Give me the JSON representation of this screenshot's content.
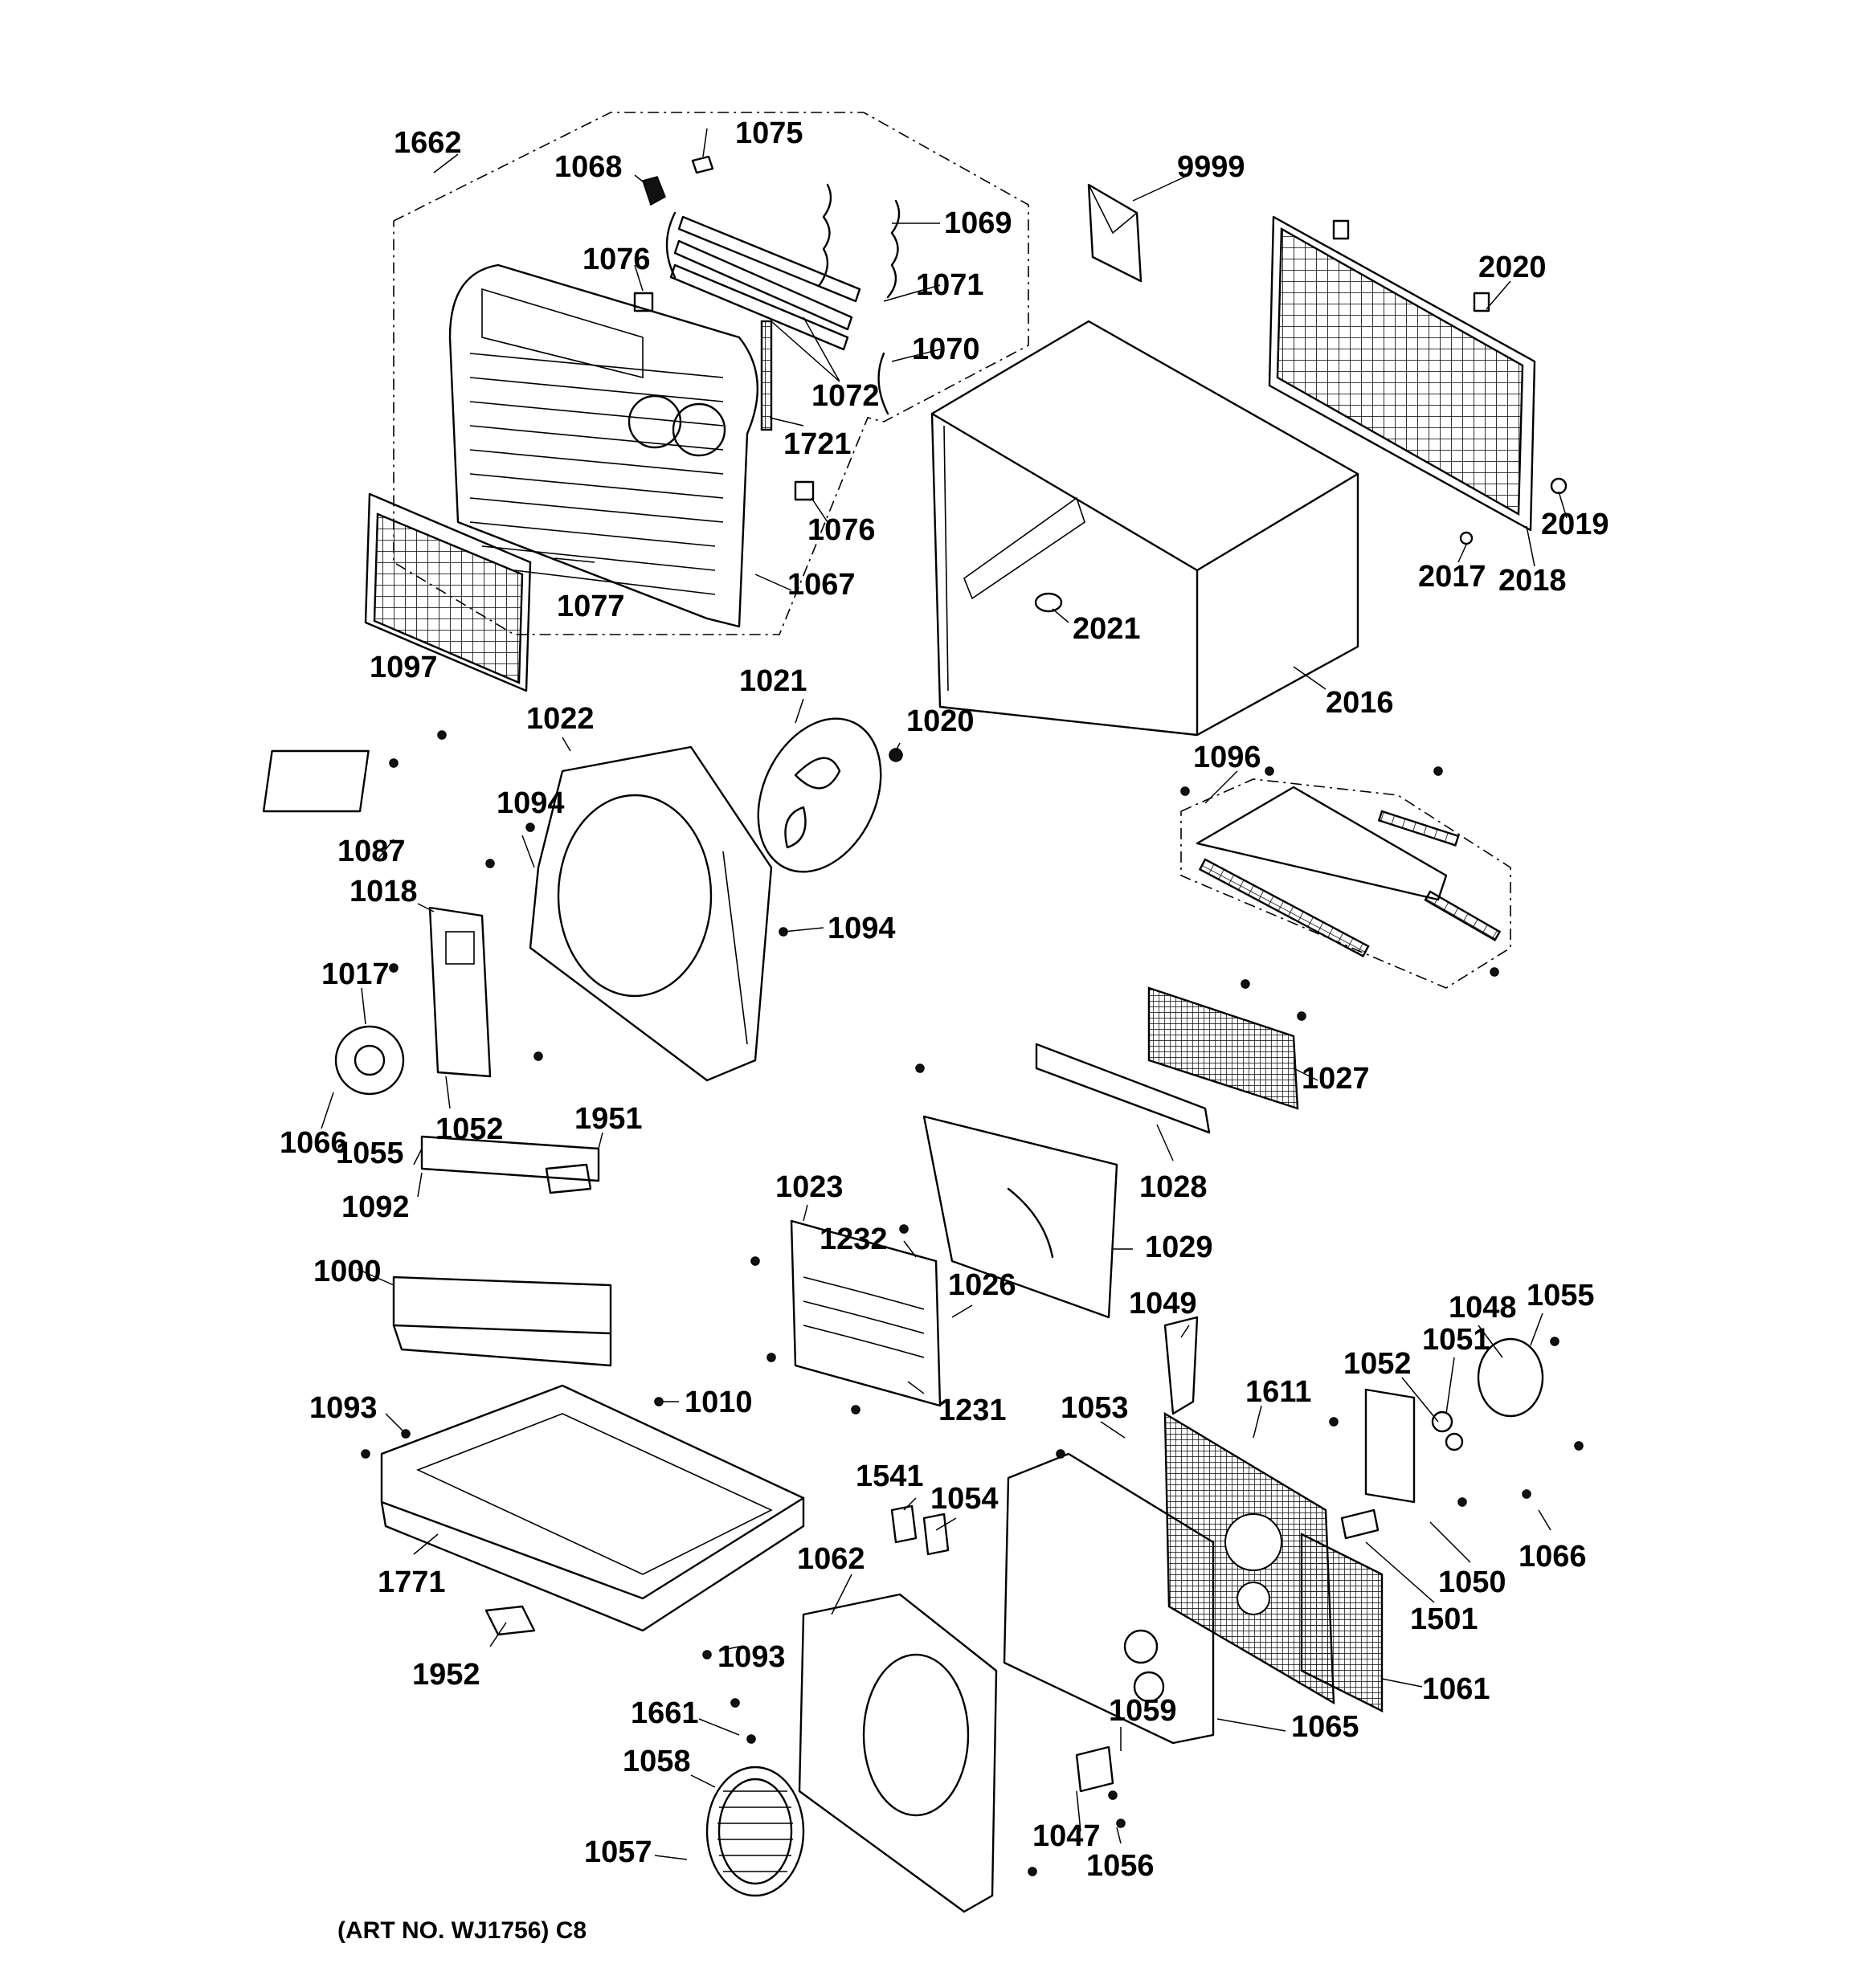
{
  "diagram": {
    "art_number": "(ART NO. WJ1756) C8",
    "callouts": [
      {
        "id": "1662"
      },
      {
        "id": "1075"
      },
      {
        "id": "1068"
      },
      {
        "id": "1069"
      },
      {
        "id": "1076"
      },
      {
        "id": "1071"
      },
      {
        "id": "1070"
      },
      {
        "id": "1072"
      },
      {
        "id": "1721"
      },
      {
        "id": "1076"
      },
      {
        "id": "1067"
      },
      {
        "id": "1077"
      },
      {
        "id": "1097"
      },
      {
        "id": "9999"
      },
      {
        "id": "2020"
      },
      {
        "id": "2019"
      },
      {
        "id": "2017"
      },
      {
        "id": "2018"
      },
      {
        "id": "2021"
      },
      {
        "id": "2016"
      },
      {
        "id": "1021"
      },
      {
        "id": "1022"
      },
      {
        "id": "1020"
      },
      {
        "id": "1096"
      },
      {
        "id": "1094"
      },
      {
        "id": "1087"
      },
      {
        "id": "1018"
      },
      {
        "id": "1094"
      },
      {
        "id": "1017"
      },
      {
        "id": "1027"
      },
      {
        "id": "1066"
      },
      {
        "id": "1052"
      },
      {
        "id": "1951"
      },
      {
        "id": "1055"
      },
      {
        "id": "1028"
      },
      {
        "id": "1023"
      },
      {
        "id": "1092"
      },
      {
        "id": "1232"
      },
      {
        "id": "1029"
      },
      {
        "id": "1000"
      },
      {
        "id": "1026"
      },
      {
        "id": "1049"
      },
      {
        "id": "1048"
      },
      {
        "id": "1055"
      },
      {
        "id": "1051"
      },
      {
        "id": "1052"
      },
      {
        "id": "1611"
      },
      {
        "id": "1093"
      },
      {
        "id": "1010"
      },
      {
        "id": "1231"
      },
      {
        "id": "1053"
      },
      {
        "id": "1541"
      },
      {
        "id": "1054"
      },
      {
        "id": "1066"
      },
      {
        "id": "1050"
      },
      {
        "id": "1771"
      },
      {
        "id": "1062"
      },
      {
        "id": "1501"
      },
      {
        "id": "1061"
      },
      {
        "id": "1952"
      },
      {
        "id": "1093"
      },
      {
        "id": "1059"
      },
      {
        "id": "1065"
      },
      {
        "id": "1661"
      },
      {
        "id": "1058"
      },
      {
        "id": "1047"
      },
      {
        "id": "1057"
      },
      {
        "id": "1056"
      }
    ]
  }
}
